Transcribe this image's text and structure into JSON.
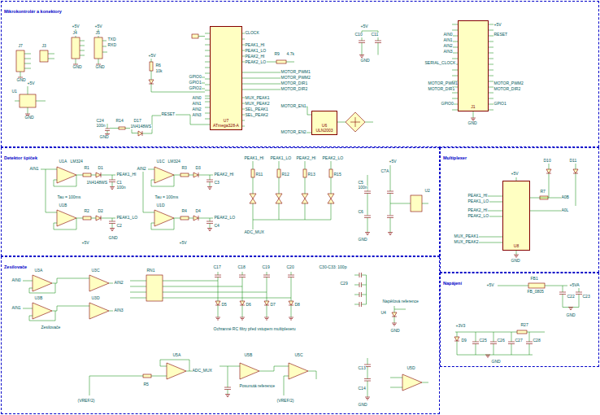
{
  "diagram": {
    "nodes": [
      {
        "text": [
          "Mikrokontrolér a konektory"
        ]
      },
      {
        "text": [
          "U7",
          "ATmega328-A"
        ],
        "in": 0
      },
      {
        "text": [
          "U6",
          "ULN2003"
        ],
        "in": 0
      },
      {
        "text": [
          "J1"
        ],
        "in": 0
      },
      {
        "text": [
          "Detektor špiček"
        ]
      },
      {
        "text": [
          "Multiplexer"
        ]
      },
      {
        "text": [
          "U8"
        ],
        "in": 5
      },
      {
        "text": [
          "Zesilovače"
        ]
      },
      {
        "text": [
          "Napájení"
        ]
      }
    ],
    "labels": [
      "J7",
      "J3",
      "J4",
      "J5",
      "+5V",
      "+5V",
      "TXD",
      "RXD",
      "GND",
      "GND",
      "GND",
      "U1",
      "+5V",
      "GND",
      "R6",
      "10k",
      "+5V",
      "C24",
      "100n",
      "R14",
      "D17",
      "1N4148WS",
      "RESET",
      "GND",
      "GPIO0",
      "GPIO1",
      "GPIO2",
      "AIN0",
      "AIN1",
      "AIN2",
      "AIN3",
      "CLOCK",
      "PEAK1_HI",
      "PEAK1_LO",
      "PEAK2_HI",
      "PEAK2_LO",
      "R9",
      "4.7k",
      "MOTOR_PWM1",
      "MOTOR_PWM2",
      "MOTOR_DIR1",
      "MOTOR_DIR2",
      "MUX_PEAK1",
      "MUX_PEAK2",
      "SEL_PEAK1",
      "SEL_PEAK2",
      "MOTOR_EN1",
      "MOTOR_EN2",
      "C10",
      "C11",
      "+5V",
      "GND",
      "AIN0",
      "AIN1",
      "AIN2",
      "AIN3",
      "SERIAL_CLOCK",
      "MOTOR_PWM1",
      "MOTOR_DIR1",
      "GPIO0",
      "+5V",
      "RESET",
      "MOTOR_PWM2",
      "MOTOR_DIR2",
      "GPIO1",
      "GND",
      "U1A",
      "LM324",
      "AIN1",
      "R1",
      "D1",
      "1N4148WS",
      "PEAK1_HI",
      "C1",
      "100n",
      "Tau = 100ms",
      "U1B",
      "R2",
      "D2",
      "PEAK1_LO",
      "C2",
      "GND",
      "+5V",
      "U1C",
      "LM324",
      "AIN2",
      "R3",
      "D3",
      "PEAK2_HI",
      "C3",
      "Tau = 100ms",
      "U1D",
      "R4",
      "D4",
      "PEAK2_LO",
      "C4",
      "+5V",
      "PEAK1_HI",
      "PEAK1_LO",
      "PEAK2_HI",
      "PEAK2_LO",
      "R11",
      "R12",
      "R13",
      "R15",
      "ADC_MUX",
      "C5",
      "100n",
      "C6",
      "C7A",
      "U2",
      "GND",
      "+5V",
      "PEAK1_HI",
      "PEAK1_LO",
      "PEAK2_HI",
      "PEAK2_LO",
      "MUX_PEAK1",
      "MUX_PEAK2",
      "+5V",
      "GND",
      "A0B",
      "A0L",
      "D10",
      "D11",
      "R7",
      "U3A",
      "U3C",
      "U3B",
      "U3D",
      "AIN0",
      "AIN1",
      "AIN2",
      "AIN3",
      "Zesilovače",
      "RN1",
      "C17",
      "C18",
      "C19",
      "C20",
      "C30-C33: 100p",
      "Ochranné RC filtry před vstupem multiplexeru",
      "D5",
      "D6",
      "D7",
      "D8",
      "C29",
      "Napěťová reference",
      "U4",
      "GND",
      "U5A",
      "ADC_MUX",
      "R5",
      "(VREF/2)",
      "U5B",
      "Posunutá reference",
      "U5C",
      "(VREF/2)",
      "C13",
      "C14",
      "U5D",
      "GND",
      "FB1",
      "FB_0805",
      "+5V",
      "+5VA",
      "C22",
      "C23",
      "GND",
      "+3V3",
      "D9",
      "C25",
      "C26",
      "C27",
      "C28",
      "R27",
      "GND"
    ]
  }
}
